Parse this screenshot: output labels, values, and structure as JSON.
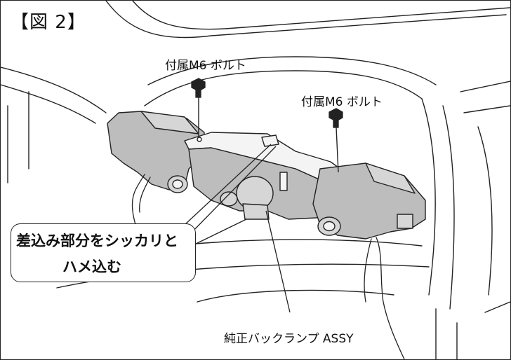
{
  "figure": {
    "title": "【図 2】"
  },
  "labels": {
    "bolt_left": "付属M6 ボルト",
    "bolt_right": "付属M6 ボルト",
    "product": "純正バックランプ ASSY"
  },
  "callout": {
    "line1": "差込み部分をシッカリと",
    "line2": "ハメ込む"
  },
  "colors": {
    "line": "#222222",
    "fill_dark": "#bdbdbd",
    "fill_mid": "#d6d6d6",
    "fill_light": "#f4f4f4"
  }
}
